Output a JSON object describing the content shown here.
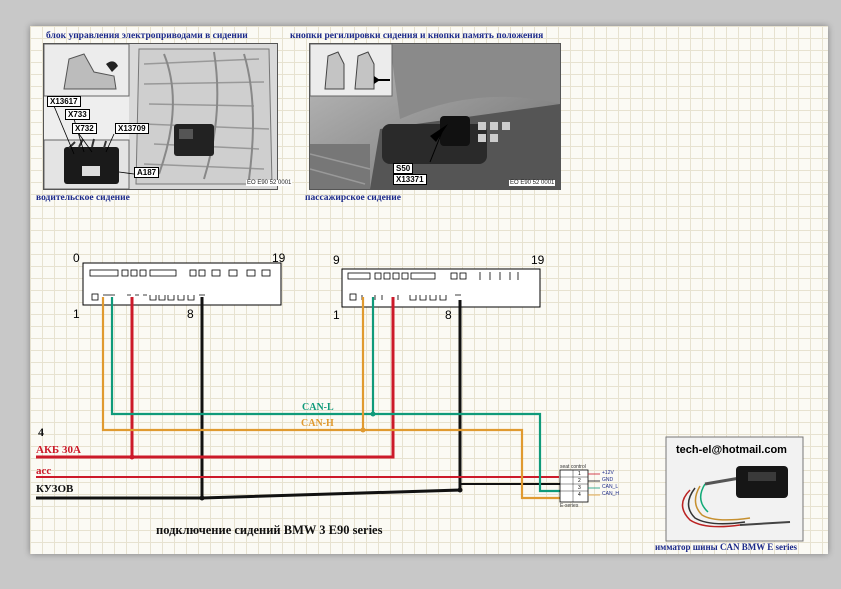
{
  "captions": {
    "driver_unit": "блок управления электроприводами в сидении",
    "buttons_memory": "кнопки регилировки сидения и кнопки память положения",
    "driver_seat": "водительское сидение",
    "passenger_seat": "пассажирское сидение"
  },
  "photo_labels": {
    "x13617": "X13617",
    "x733": "X733",
    "x732": "X732",
    "x13709": "X13709",
    "a187": "A187",
    "s50": "S50",
    "x13371": "X13371",
    "code_left": "EO E90 52 0001",
    "code_right": "EO E90 52 0001"
  },
  "connectors": {
    "left": {
      "pin0": "0",
      "pin19": "19",
      "pin1": "1",
      "pin8": "8"
    },
    "right": {
      "pin9": "9",
      "pin19": "19",
      "pin1": "1",
      "pin8": "8"
    }
  },
  "wires": {
    "num": "4",
    "akb": "АКБ 30А",
    "acc": "acc",
    "kuzov": "КУЗОВ",
    "can_l": "CAN-L",
    "can_h": "CAN-H"
  },
  "emulator": {
    "title": "seat control",
    "pins": [
      "+12V",
      "GND",
      "CAN_L",
      "CAN_H"
    ],
    "footer": "E-series",
    "numbers": [
      "1",
      "2",
      "3",
      "4"
    ]
  },
  "title": "подключение сидений BMW 3 E90 series",
  "inset": {
    "email": "tech-el@hotmail.com",
    "caption": "имматор шины CAN BMW E series"
  },
  "colors": {
    "red": "#cc1a2a",
    "green": "#0f9a7a",
    "orange": "#e09a30",
    "black": "#111111",
    "caption_blue": "#1c2a8a"
  }
}
